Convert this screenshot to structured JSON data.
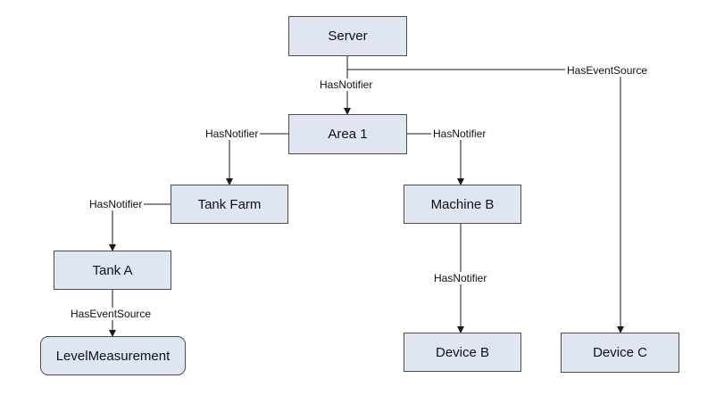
{
  "colors": {
    "node_fill": "#dfe6f1",
    "node_border": "#4d4d4d",
    "connector": "#1a1a1a",
    "text": "#111111"
  },
  "nodes": {
    "server": "Server",
    "area1": "Area 1",
    "tank_farm": "Tank Farm",
    "machine_b": "Machine B",
    "tank_a": "Tank A",
    "level_measurement": "LevelMeasurement",
    "device_b": "Device B",
    "device_c": "Device C"
  },
  "edges": {
    "server_area1": "HasNotifier",
    "server_devicec": "HasEventSource",
    "area1_tankfarm": "HasNotifier",
    "area1_machineb": "HasNotifier",
    "tankfarm_tanka": "HasNotifier",
    "machineb_deviceb": "HasNotifier",
    "tanka_levelmeasurement": "HasEventSource"
  }
}
